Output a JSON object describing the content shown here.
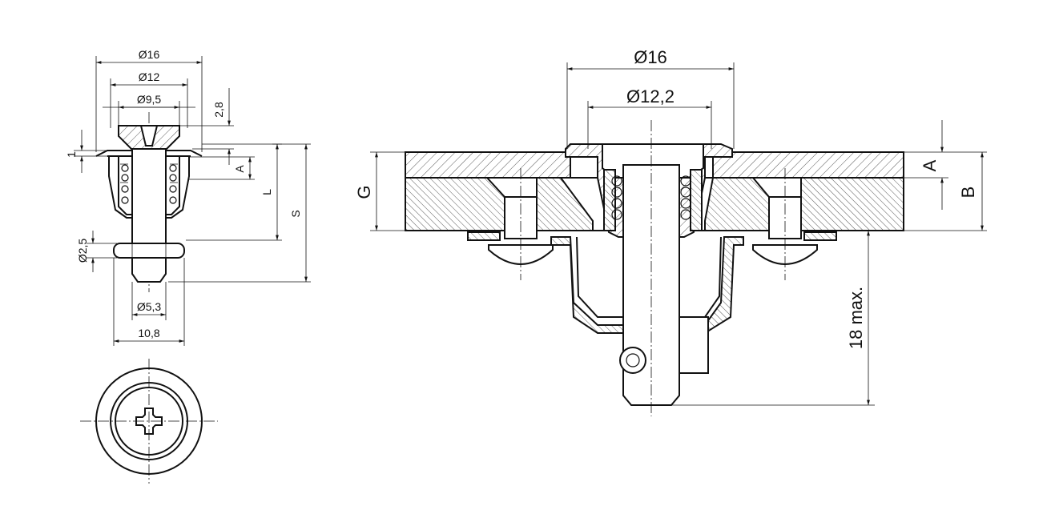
{
  "left_view": {
    "dim_d16": "Ø16",
    "dim_d12": "Ø12",
    "dim_d9_5": "Ø9,5",
    "dim_2_8": "2,8",
    "dim_1": "1",
    "dim_A": "A",
    "dim_L": "L",
    "dim_S": "S",
    "dim_d2_5": "Ø2,5",
    "dim_d5_3": "Ø5,3",
    "dim_10_8": "10,8"
  },
  "right_view": {
    "dim_d16": "Ø16",
    "dim_d12_2": "Ø12,2",
    "dim_G": "G",
    "dim_A": "A",
    "dim_B": "B",
    "dim_18max": "18 max."
  }
}
